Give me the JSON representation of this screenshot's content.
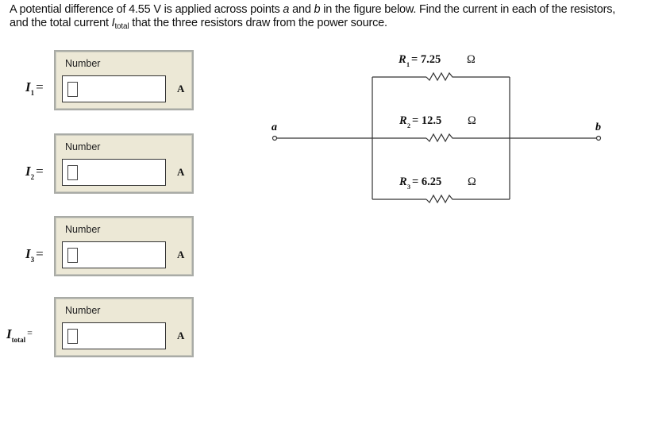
{
  "question": {
    "part1": "A potential difference of 4.55 V is applied across points ",
    "point_a": "a",
    "part2": " and ",
    "point_b": "b",
    "part3": " in the figure below. Find the current in each of the resistors, and the total current ",
    "itotal_I": "I",
    "itotal_sub": "total",
    "part4": " that the three resistors draw from the power source."
  },
  "answers": [
    {
      "var": "I",
      "sub": "1",
      "eq": "=",
      "box_label": "Number",
      "value": "",
      "unit": "A"
    },
    {
      "var": "I",
      "sub": "2",
      "eq": "=",
      "box_label": "Number",
      "value": "",
      "unit": "A"
    },
    {
      "var": "I",
      "sub": "3",
      "eq": "=",
      "box_label": "Number",
      "value": "",
      "unit": "A"
    },
    {
      "var": "I",
      "sub": "total",
      "eq": "=",
      "box_label": "Number",
      "value": "",
      "unit": "A"
    }
  ],
  "circuit": {
    "terminal_a": "a",
    "terminal_b": "b",
    "resistors": [
      {
        "symbol": "R",
        "sub": "1",
        "eq": "= 7.25",
        "unit": "Ω"
      },
      {
        "symbol": "R",
        "sub": "2",
        "eq": "= 12.5",
        "unit": "Ω"
      },
      {
        "symbol": "R",
        "sub": "3",
        "eq": "= 6.25",
        "unit": "Ω"
      }
    ]
  }
}
